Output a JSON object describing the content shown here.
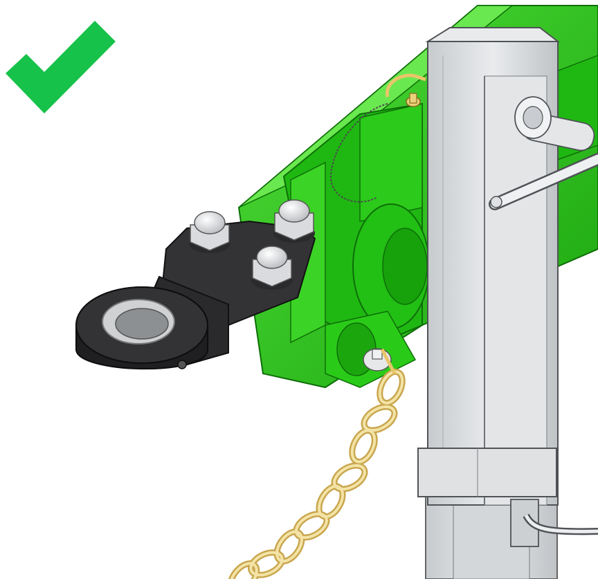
{
  "status": {
    "icon": "checkmark-icon",
    "meaning": "correct",
    "color": "#17c24a"
  },
  "colors": {
    "frame_green": "#22c414",
    "frame_green_dark": "#139a0a",
    "frame_green_light": "#5ee246",
    "hitch_black": "#2b2b2d",
    "hitch_black_dark": "#141416",
    "bolt_silver": "#d7d9dc",
    "jack_steel": "#d0d3d6",
    "jack_steel_dark": "#9ea2a6",
    "chain_gold": "#f1dc92",
    "chain_gold_dark": "#c6a24b"
  },
  "parts": [
    {
      "id": "tongue-frame",
      "icon": "tractor-frame-icon"
    },
    {
      "id": "hitch-eye",
      "icon": "hitch-ring-icon"
    },
    {
      "id": "bolts",
      "icon": "hex-bolt-icon",
      "count": 3
    },
    {
      "id": "jack-stand",
      "icon": "jack-post-icon"
    },
    {
      "id": "safety-chain",
      "icon": "chain-icon"
    },
    {
      "id": "pins",
      "icon": "pin-icon",
      "count": 3
    }
  ]
}
